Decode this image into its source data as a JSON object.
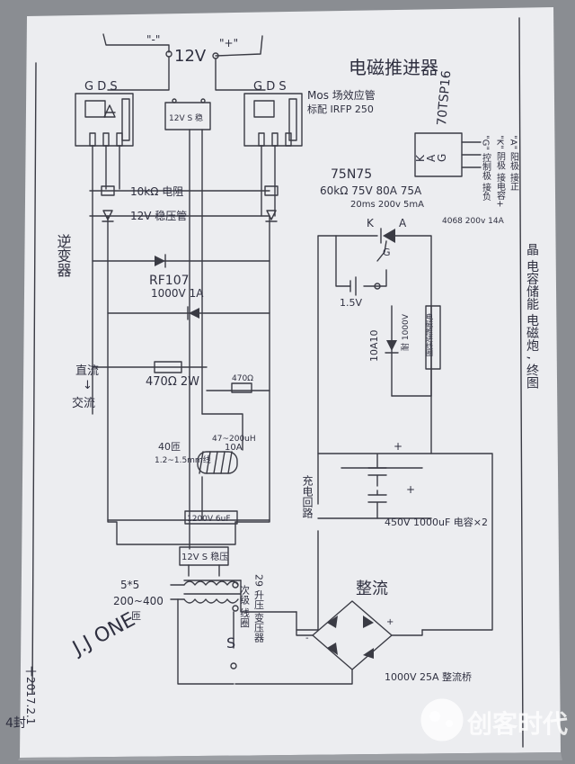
{
  "title": "电磁推进器",
  "supply": {
    "neg": "\"-\"",
    "voltage": "12V",
    "pos": "\"+\""
  },
  "mosfet_pins": "G D S",
  "mos_note_1": "Mos 场效应管",
  "mos_note_2": "标配 IRFP 250",
  "scr_part": "70TSP16",
  "scr_pins": [
    "K",
    "A",
    "G"
  ],
  "scr_pin_notes": [
    "\"G\" 控制极 接负",
    "\"K\" 阴极 接电容+",
    "\"A\" 阳极 接正"
  ],
  "scr_label": "75N75",
  "scr_spec_1": "60kΩ 75V 80A 75A",
  "scr_spec_2": "20ms 200v 5mA",
  "scr_spec_3": "4068 200v 14A",
  "scr_K": "K",
  "scr_A": "A",
  "scr_G": "G",
  "resistor_10k": "10kΩ 电阻",
  "zener_12v": "12V 稳压管",
  "inverter_label": "逆变器",
  "diode_rf107": "RF107",
  "diode_rf107_spec": "1000V 1A",
  "dc_to_ac": "直流",
  "arrow_down": "↓",
  "ac": "交流",
  "resistor_470": "470Ω 2W",
  "resistor_470_small": "470Ω",
  "coil_turns": "40匝",
  "coil_wire": "1.2~1.5mm线",
  "coil_inductance": "47~200uH",
  "coil_current": "10A",
  "cap_1200v": "1200V 6uF",
  "vs_box": "12V S 稳压",
  "battery_label": "1.5V",
  "diode_10a10": "10A10",
  "diode_spec": "耐 1000V",
  "load_resistor": "电磁推进线圈",
  "charge_circuit": "充电回路",
  "caps_label": "450V 1000uF 电容×2",
  "rectifier_title": "整流",
  "rectifier_spec": "1000V 25A 整流桥",
  "transformer_turns_primary": "5*5",
  "transformer_turns_secondary": "200~400",
  "transformer_unit": "匝",
  "transformer_label": "29 升压 变压器",
  "transformer_side": "次级 线圈",
  "s_mark": "S",
  "author": "J.J ONE",
  "right_margin_note": "晶 电容储能 电磁炮 , 终图",
  "date_note": "十2017.2.1",
  "page_mark": "4封",
  "watermark": "创客时代",
  "colors": {
    "paper": "#ecedf0",
    "ink": "#3a3b44",
    "background": "#8a8d92"
  }
}
